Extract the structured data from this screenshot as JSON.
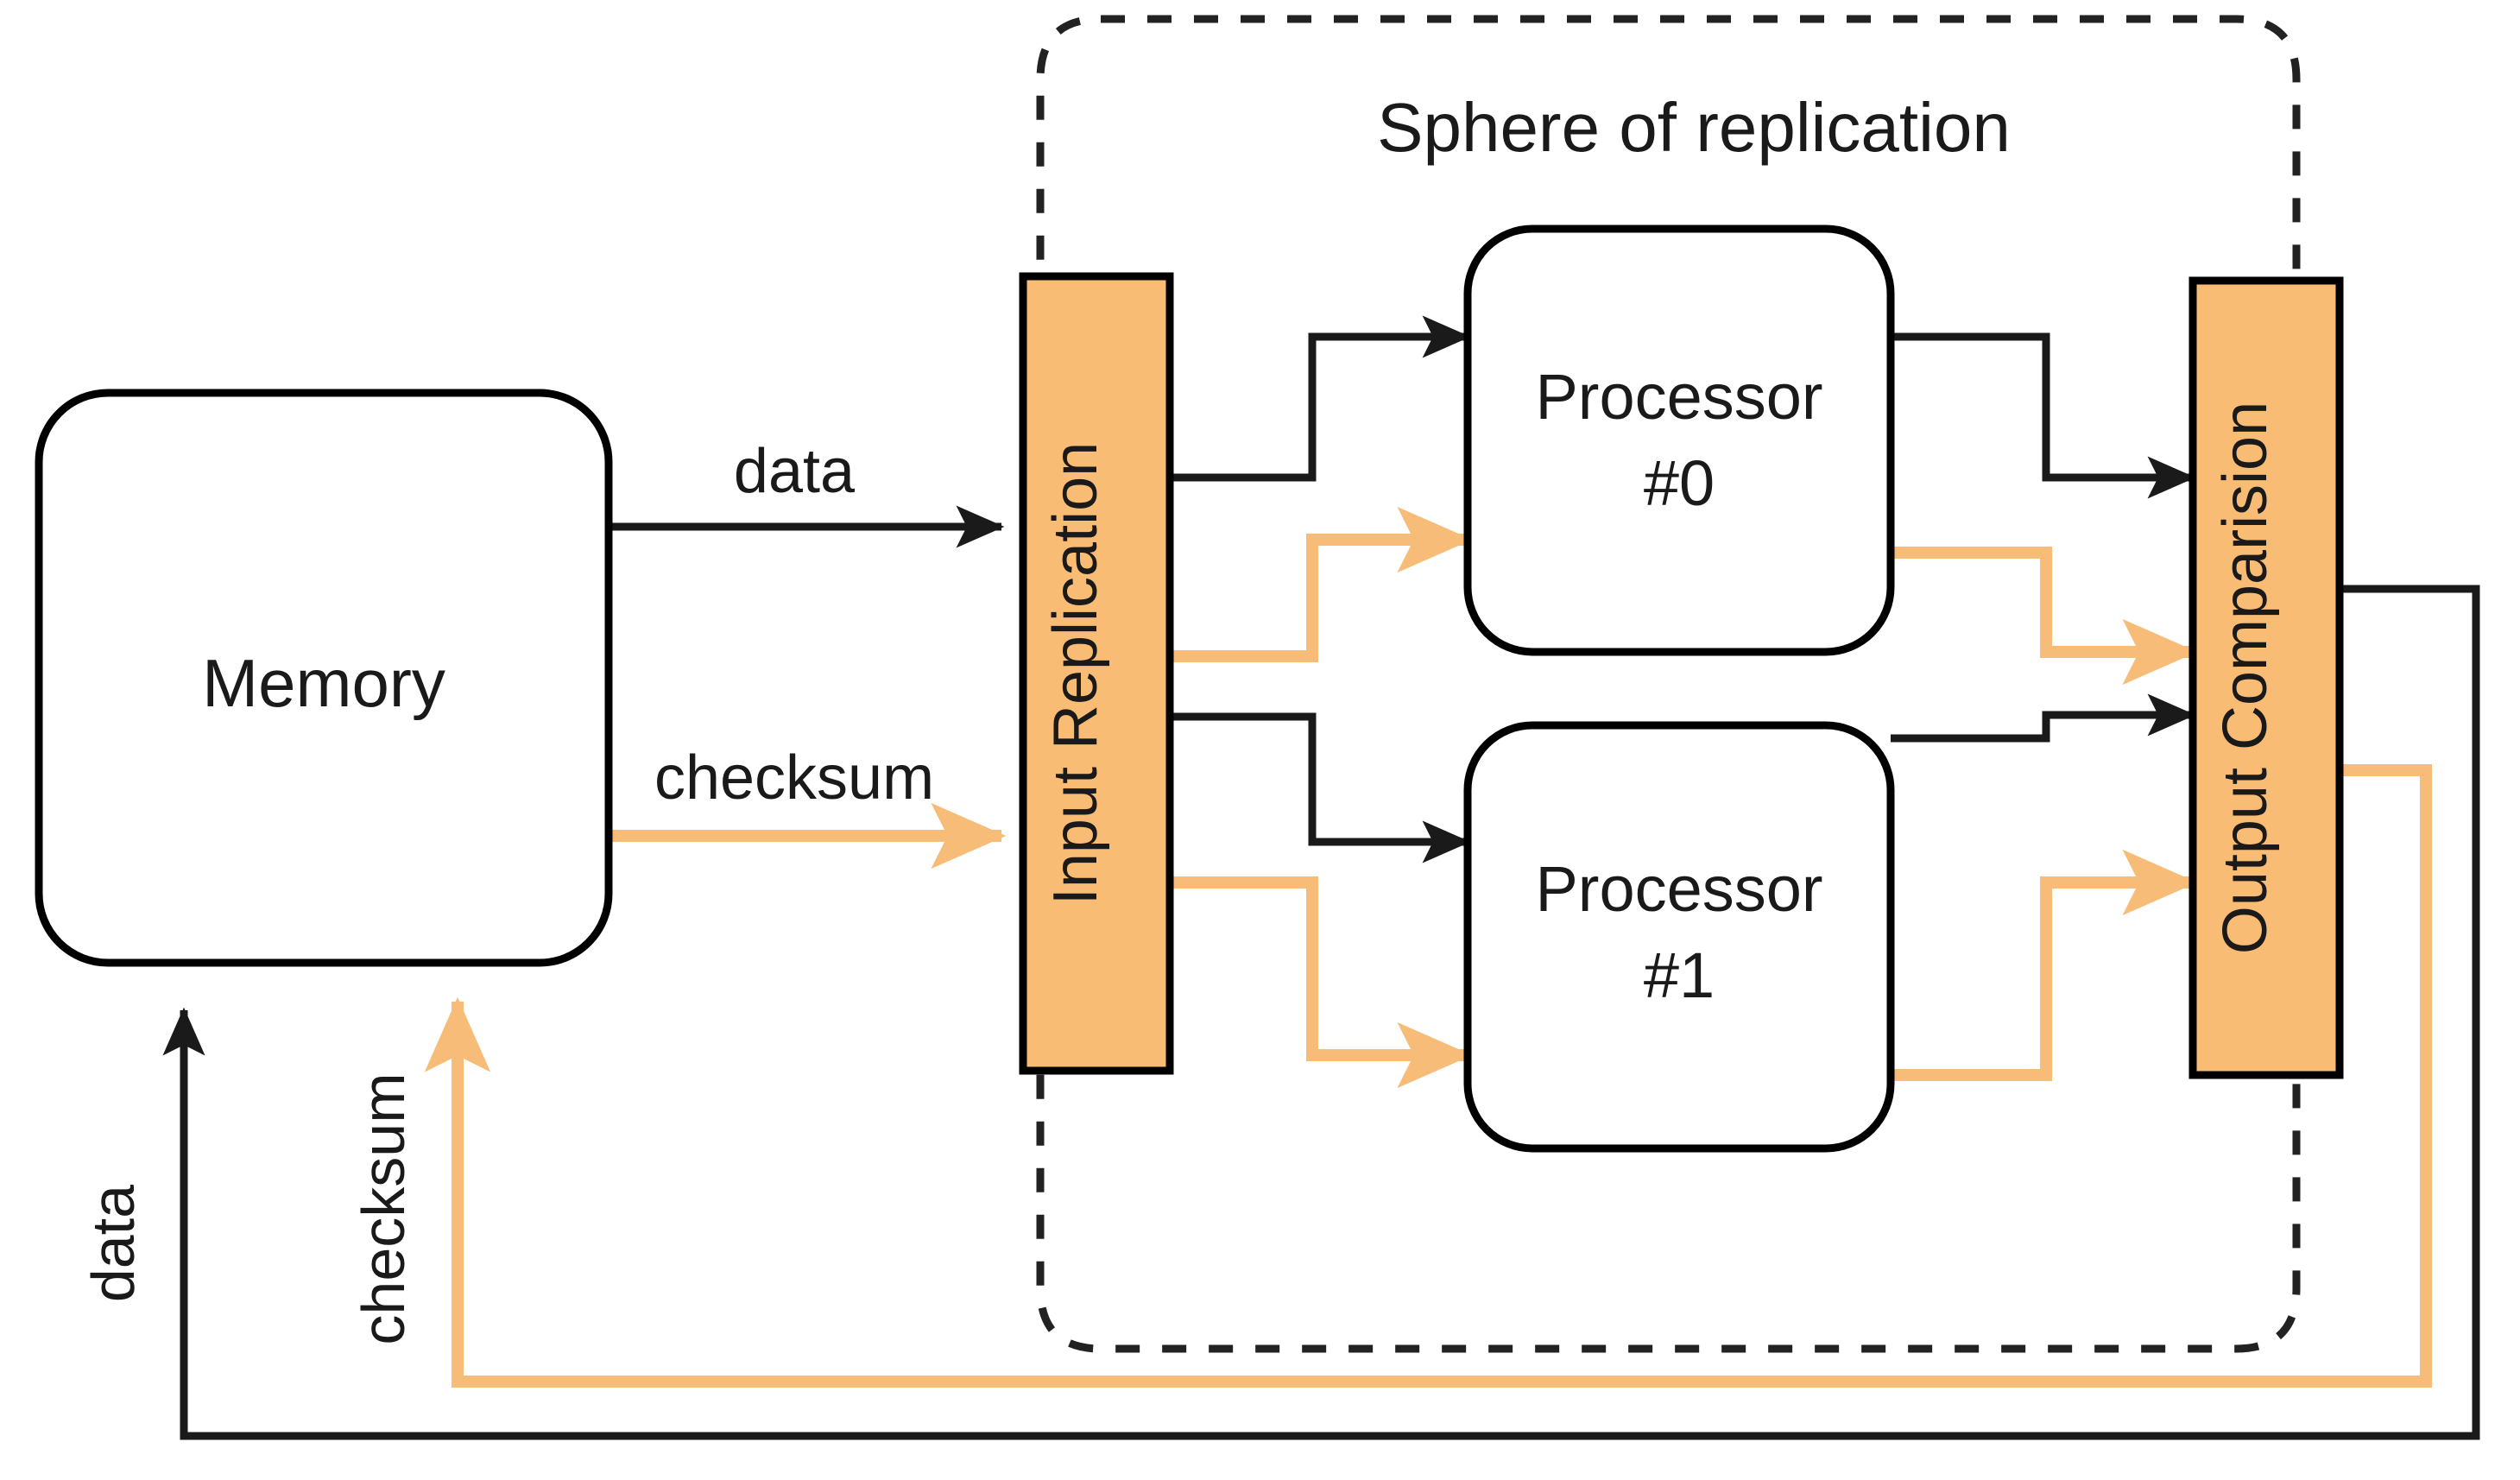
{
  "figure": {
    "title": "Sphere of replication",
    "kind": "block-diagram",
    "background": "#ffffff"
  },
  "colors": {
    "black_line": "#1a1a1a",
    "orange_line": "#f8bc79",
    "box_fill_orange": "#f9bc74",
    "box_fill_white": "#ffffff",
    "box_stroke": "#000000",
    "text": "#1a1a1a",
    "dashed_boundary": "#222222"
  },
  "boundary": {
    "label": "Sphere of replication",
    "style": "dashed-rounded-rectangle"
  },
  "nodes": [
    {
      "id": "memory",
      "label": "Memory",
      "shape": "rounded-rect",
      "fill": "#ffffff",
      "orientation": "horizontal"
    },
    {
      "id": "input-replication",
      "label": "Input Replication",
      "shape": "rect",
      "fill": "#f9bc74",
      "orientation": "vertical"
    },
    {
      "id": "processor-0",
      "label_line1": "Processor",
      "label_line2": "#0",
      "shape": "rounded-rect",
      "fill": "#ffffff",
      "orientation": "horizontal"
    },
    {
      "id": "processor-1",
      "label_line1": "Processor",
      "label_line2": "#1",
      "shape": "rounded-rect",
      "fill": "#ffffff",
      "orientation": "horizontal"
    },
    {
      "id": "output-comparision",
      "label": "Output Comparision",
      "shape": "rect",
      "fill": "#f9bc74",
      "orientation": "vertical"
    }
  ],
  "edge_labels": {
    "memory_to_input_data": "data",
    "memory_to_input_checksum": "checksum",
    "return_data": "data",
    "return_checksum": "checksum"
  }
}
